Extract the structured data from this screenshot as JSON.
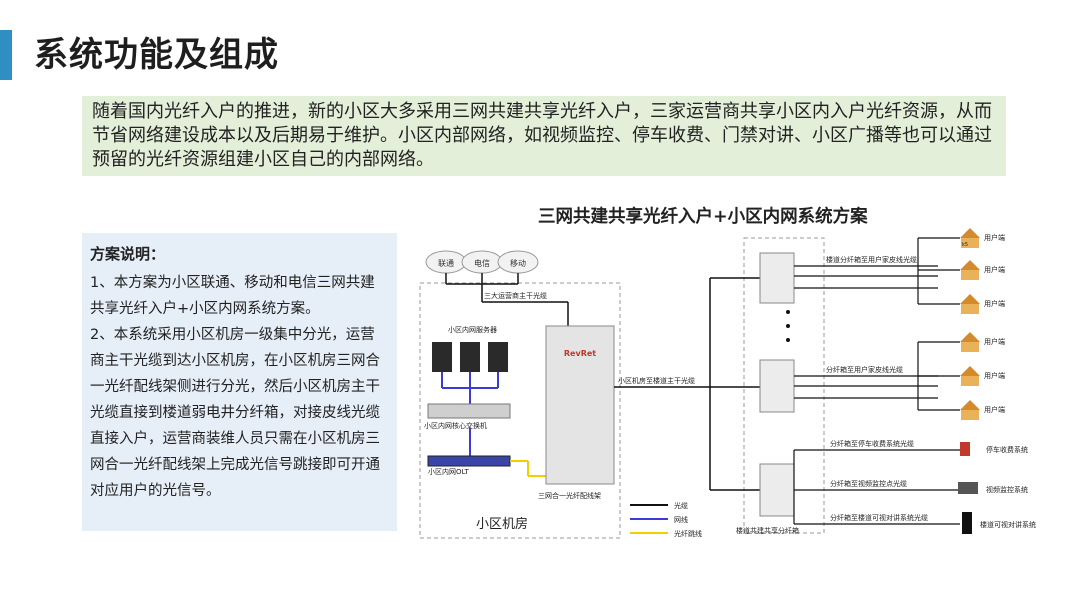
{
  "title": "系统功能及组成",
  "intro": "随着国内光纤入户的推进，新的小区大多采用三网共建共享光纤入户，三家运营商共享小区内入户光纤资源，从而节省网络建设成本以及后期易于维护。小区内部网络，如视频监控、停车收费、门禁对讲、小区广播等也可以通过预留的光纤资源组建小区自己的内部网络。",
  "plan": {
    "heading": "方案说明：",
    "p1": "1、本方案为小区联通、移动和电信三网共建共享光纤入户+小区内网系统方案。",
    "p2": "2、本系统采用小区机房一级集中分光，运营商主干光缆到达小区机房，在小区机房三网合一光纤配线架侧进行分光，然后小区机房主干光缆直接到楼道弱电井分纤箱，对接皮线光缆直接入户，运营商装维人员只需在小区机房三网合一光纤配线架上完成光信号跳接即可开通对应用户的光信号。"
  },
  "diagram": {
    "title": "三网共建共享光纤入户+小区内网系统方案",
    "clouds": [
      "联通",
      "电信",
      "移动"
    ],
    "trunk_label": "三大运营商主干光缆",
    "server_label": "小区内网服务器",
    "switch_label": "小区内网核心交换机",
    "olt_label": "小区内网OLT",
    "rack_brand": "RevRet",
    "rack_label": "三网合一光纤配线架",
    "room_label": "小区机房",
    "room_trunk_label": "小区机房至楼道主干光缆",
    "box_home_label": "楼道分纤箱至用户家皮线光缆",
    "box_home_label2": "分纤箱至用户家皮线光缆",
    "user_label": "用户端",
    "house_badge": "k5",
    "parking_link": "分纤箱至停车收费系统光缆",
    "video_link": "分纤箱至视频监控点光缆",
    "intercom_link": "分纤箱至楼道可视对讲系统光缆",
    "parking_label": "停车收费系统",
    "video_label": "视频监控系统",
    "intercom_label": "楼道可视对讲系统",
    "floor_box_label": "楼道共建共享分纤箱",
    "legend": [
      {
        "label": "光缆",
        "color": "#111111"
      },
      {
        "label": "网线",
        "color": "#3b3bd6"
      },
      {
        "label": "光纤跳线",
        "color": "#f2d000"
      }
    ]
  }
}
